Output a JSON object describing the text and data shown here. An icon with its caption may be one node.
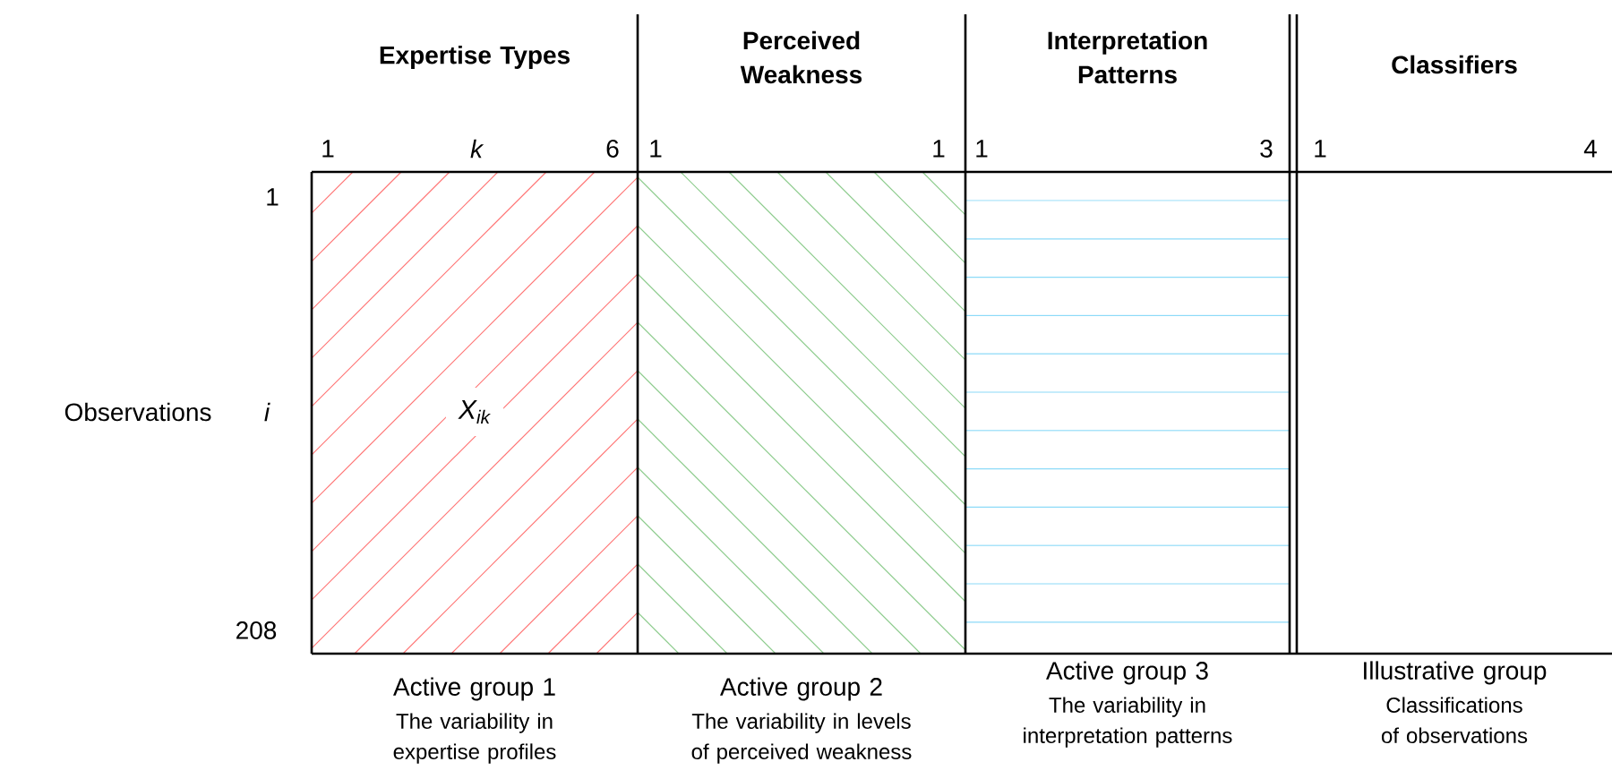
{
  "diagram": {
    "nodes": [
      {
        "text": [
          "Expertise Types",
          "X$_{ik}$"
        ],
        "beside": [
          "Active group 1",
          "The variability in expertise profiles"
        ]
      },
      {
        "text": [
          "Perceived Weakness"
        ],
        "beside": [
          "Active group 2",
          "The variability in levels of perceived weakness"
        ]
      },
      {
        "text": [
          "Interpretation Patterns"
        ],
        "beside": [
          "Active group 3",
          "The variability in interpretation patterns"
        ]
      },
      {
        "text": [
          "Classifiers"
        ],
        "beside": [
          "Illustrative group",
          "Classifications of observations"
        ]
      }
    ],
    "labels": [
      "1",
      "k",
      "6",
      "1",
      "1",
      "1",
      "3",
      "1",
      "4",
      "1",
      "Observations",
      "i",
      "208"
    ]
  }
}
